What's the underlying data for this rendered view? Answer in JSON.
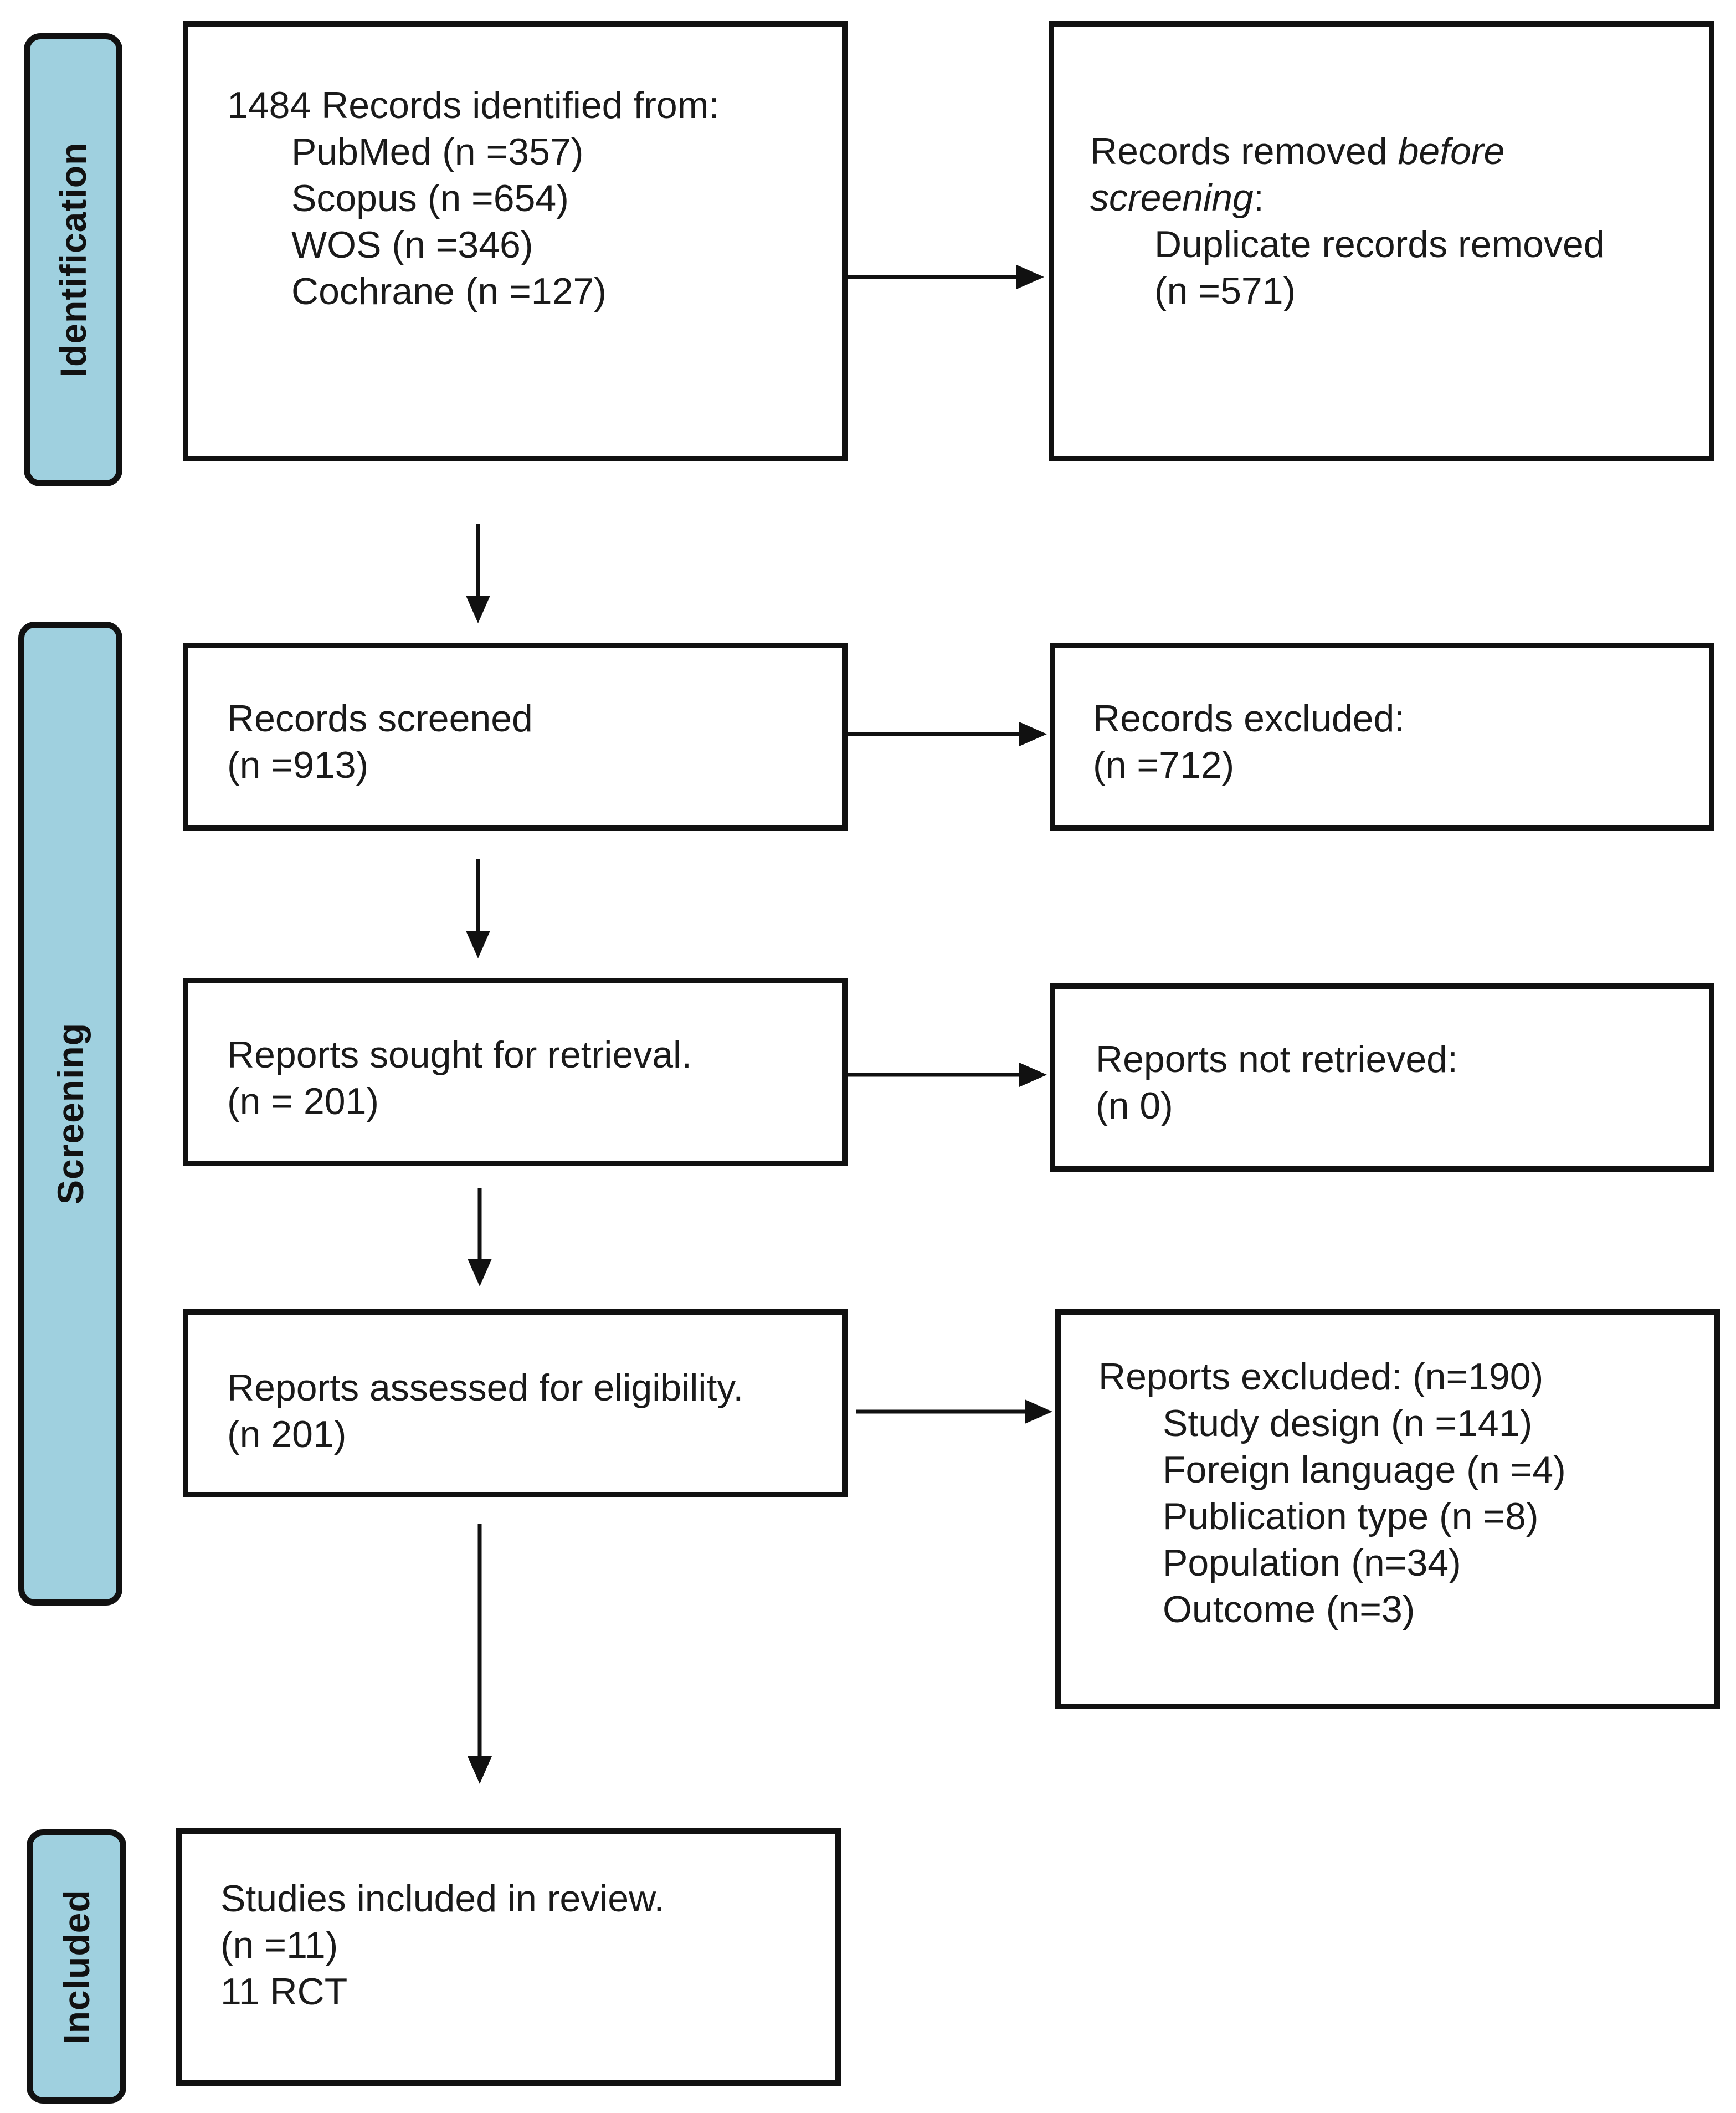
{
  "colors": {
    "phase_fill": "#9fd0df",
    "border": "#111111",
    "text": "#1a1a1a"
  },
  "phases": {
    "identification": "Identification",
    "screening": "Screening",
    "included": "Included"
  },
  "identified": {
    "heading": "1484 Records identified from:",
    "sources": [
      "PubMed (n =357)",
      "Scopus (n =654)",
      "WOS (n =346)",
      "Cochrane (n =127)"
    ]
  },
  "removed_before_screening": {
    "heading_pre": "Records removed ",
    "heading_em1": "before",
    "heading_em2": "screening",
    "heading_post": ":",
    "item": "Duplicate records removed",
    "count": "(n =571)"
  },
  "screened": {
    "label": "Records screened",
    "count": "(n =913)"
  },
  "excluded_records": {
    "label": "Records excluded:",
    "count": "(n =712)"
  },
  "sought": {
    "label": "Reports sought for retrieval.",
    "count": "(n = 201)"
  },
  "not_retrieved": {
    "label": "Reports not retrieved:",
    "count": "(n 0)"
  },
  "assessed": {
    "label": "Reports assessed for eligibility.",
    "count": "(n 201)"
  },
  "reports_excluded": {
    "heading": "Reports excluded: (n=190)",
    "reasons": [
      "Study design (n =141)",
      "Foreign language (n =4)",
      "Publication type (n =8)",
      "Population (n=34)",
      "Outcome (n=3)"
    ]
  },
  "included": {
    "label": "Studies included in review.",
    "count": "(n =11)",
    "detail": "11 RCT"
  }
}
